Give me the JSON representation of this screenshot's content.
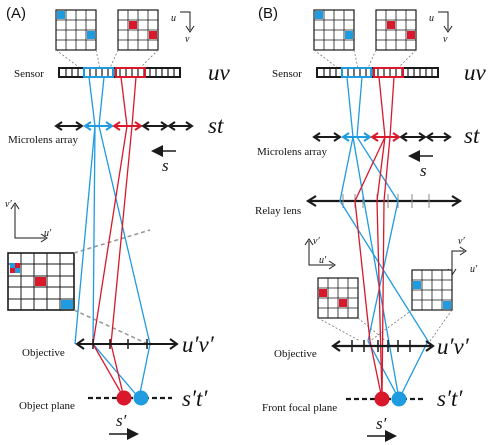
{
  "panels": {
    "a": {
      "label": "(A)",
      "sensor_label": "Sensor",
      "microlens_label": "Microlens array",
      "objective_label": "Objective",
      "object_plane_label": "Object plane",
      "uv_label": "uv",
      "st_label": "st",
      "s_label": "s",
      "uvprime_label": "u′v′",
      "stprime_label": "s′t′",
      "sprime_label": "s′",
      "axis_u": "u",
      "axis_v": "v",
      "axis_uprime": "u′",
      "axis_vprime": "v′"
    },
    "b": {
      "label": "(B)",
      "sensor_label": "Sensor",
      "microlens_label": "Microlens array",
      "relay_label": "Relay lens",
      "objective_label": "Objective",
      "front_focal_label": "Front focal plane",
      "uv_label": "uv",
      "st_label": "st",
      "s_label": "s",
      "uvprime_label": "u′v′",
      "stprime_label": "s′t′",
      "sprime_label": "s′",
      "axis_u": "u",
      "axis_v": "v",
      "axis_uprime": "u′",
      "axis_vprime": "v′"
    }
  },
  "colors": {
    "blue": "#1f9be0",
    "red": "#d9182b",
    "black": "#1a1a1a",
    "gray": "#9a9a9a"
  }
}
